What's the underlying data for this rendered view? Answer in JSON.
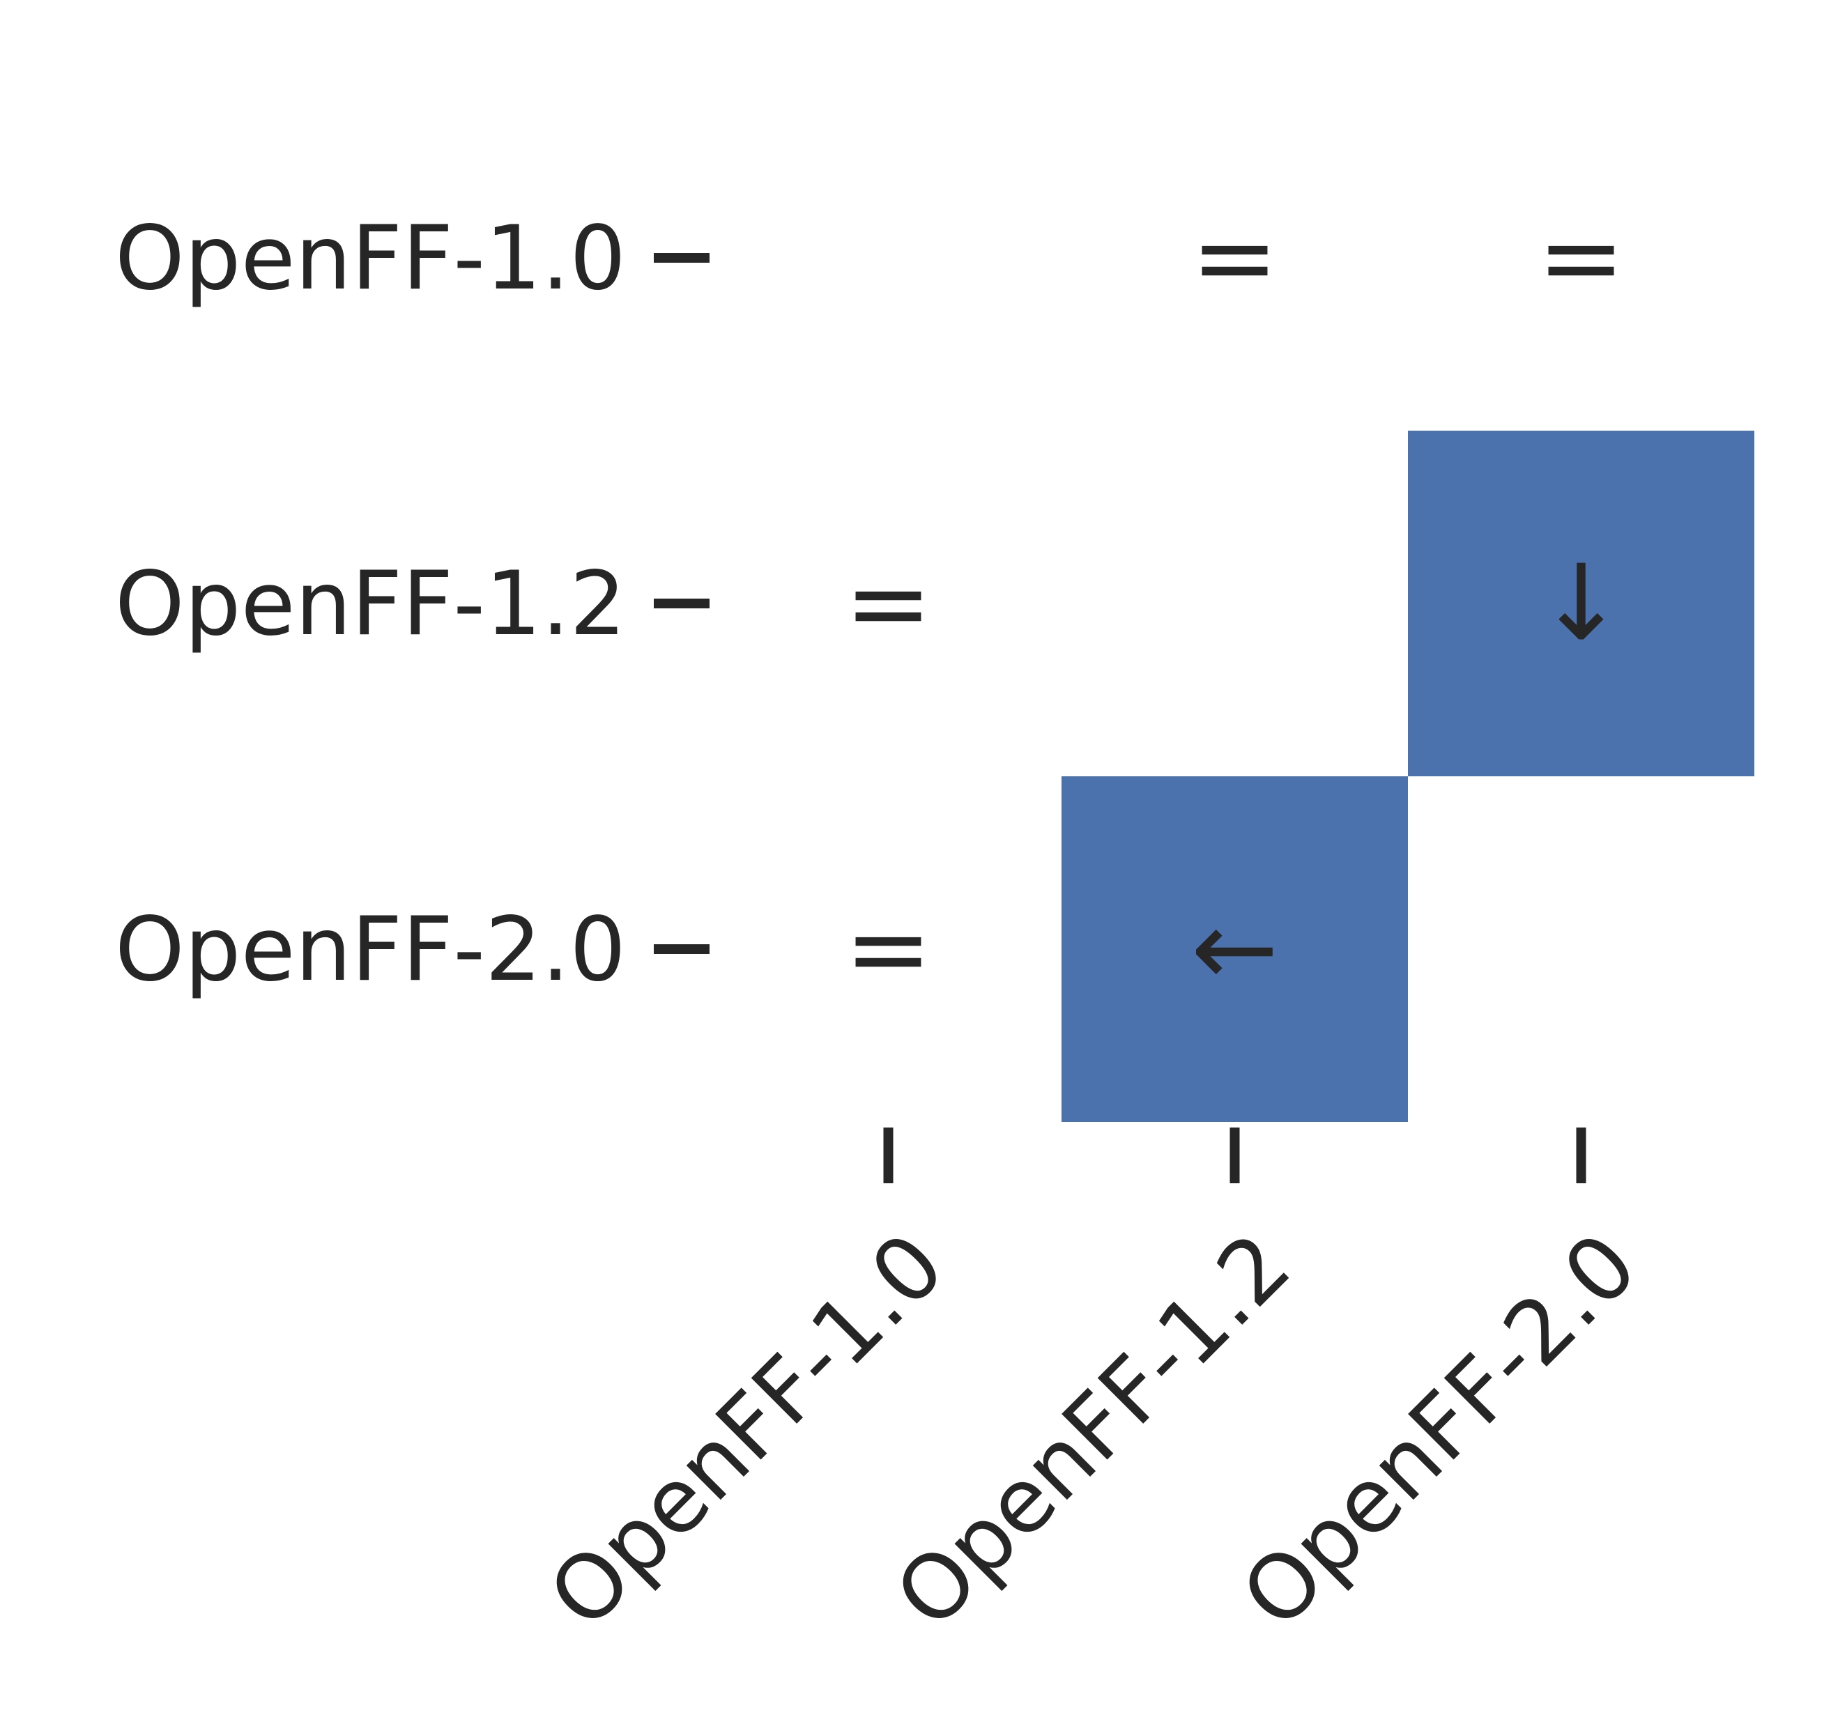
{
  "chart_data": {
    "type": "heatmap",
    "title": "",
    "xlabel": "",
    "ylabel": "",
    "rows": [
      "OpenFF-1.0",
      "OpenFF-1.2",
      "OpenFF-2.0"
    ],
    "columns": [
      "OpenFF-1.0",
      "OpenFF-1.2",
      "OpenFF-2.0"
    ],
    "cells": [
      [
        "",
        "=",
        "="
      ],
      [
        "=",
        "",
        "↓"
      ],
      [
        "=",
        "←",
        ""
      ]
    ],
    "highlighted": [
      [
        false,
        false,
        false
      ],
      [
        false,
        false,
        true
      ],
      [
        false,
        true,
        false
      ]
    ],
    "colors": {
      "highlight": "#4c72ae",
      "background": "#ffffff",
      "text": "#262626"
    },
    "grid": false,
    "legend": "none"
  }
}
